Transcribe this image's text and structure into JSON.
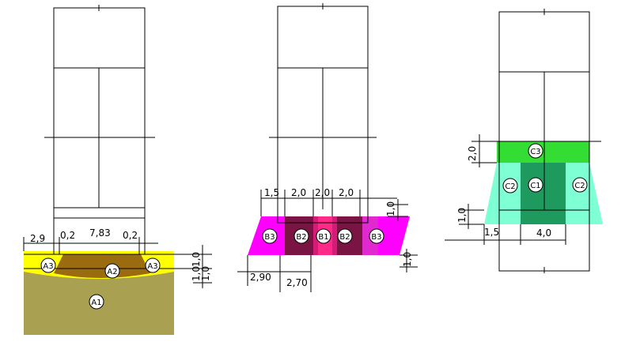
{
  "colors": {
    "line": "#000000",
    "a1_fill": "#a9a052",
    "a2_fill": "#9b6b0f",
    "a3_fill": "#ffff00",
    "b3_fill": "#ff00ff",
    "b2_fill": "#7a1443",
    "b1_fill": "#ff2a88",
    "b_mid_fill": "#d31b78",
    "c3_fill": "#33dd33",
    "c2_fill": "#7fffd4",
    "c1_fill": "#1f9a5f"
  },
  "section_a": {
    "labels": {
      "a1": "A1",
      "a2": "A2",
      "a3_left": "A3",
      "a3_right": "A3"
    },
    "dims": {
      "width_top": "7,83",
      "left_offset": "2,9",
      "left_shoulder": "0,2",
      "right_shoulder": "0,2",
      "right_1": "1,0",
      "right_2": "1,0",
      "right_3": "1,0"
    }
  },
  "section_b": {
    "labels": {
      "b3_left": "B3",
      "b2_left": "B2",
      "b1": "B1",
      "b2_right": "B2",
      "b3_right": "B3"
    },
    "dims": {
      "top_1": "1,5",
      "top_2": "2,0",
      "top_3": "2,0",
      "top_4": "2,0",
      "right_top": "1,0",
      "right_bottom": "1,0",
      "bottom_1": "2,90",
      "bottom_2": "2,70"
    }
  },
  "section_c": {
    "labels": {
      "c3": "C3",
      "c2_left": "C2",
      "c1": "C1",
      "c2_right": "C2"
    },
    "dims": {
      "left_top": "2,0",
      "left_bottom": "1,0",
      "bottom_1": "1,5",
      "bottom_2": "4,0"
    }
  }
}
